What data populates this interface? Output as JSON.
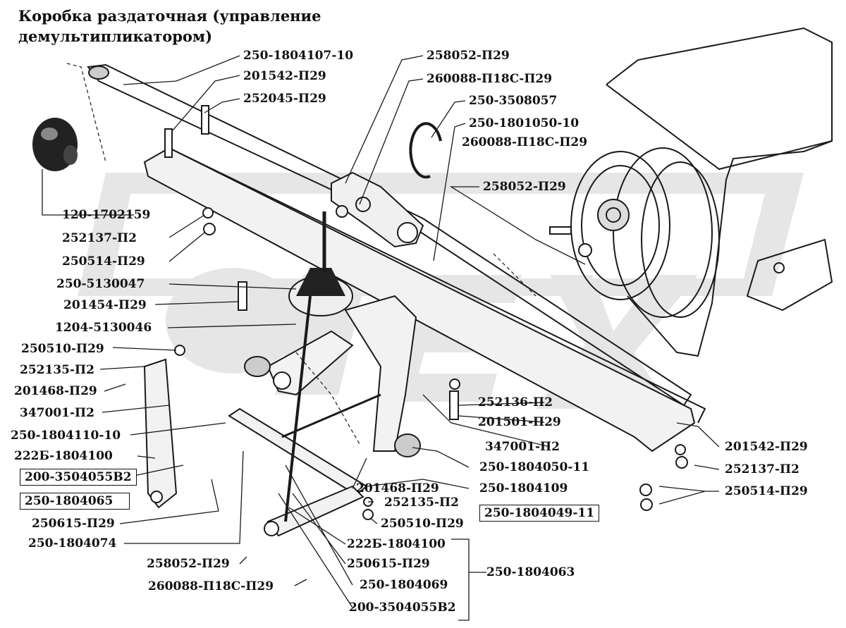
{
  "title": {
    "line1": "Коробка раздаточная (управление",
    "line2": "демультипликатором)"
  },
  "labels": {
    "l01": "250-1804107-10",
    "l02": "201542-П29",
    "l03": "252045-П29",
    "l04": "258052-П29",
    "l05": "260088-П18С-П29",
    "l06": "250-3508057",
    "l07": "250-1801050-10",
    "l08": "260088-П18С-П29",
    "l09": "258052-П29",
    "l10": "120-1702159",
    "l11": "252137-П2",
    "l12": "250514-П29",
    "l13": "250-5130047",
    "l14": "201454-П29",
    "l15": "1204-5130046",
    "l16": "250510-П29",
    "l17": "252135-П2",
    "l18": "201468-П29",
    "l19": "347001-П2",
    "l20": "250-1804110-10",
    "l21": "222Б-1804100",
    "l22": "200-3504055В2",
    "l23": "250-1804065",
    "l24": "250615-П29",
    "l25": "250-1804074",
    "l26": "258052-П29",
    "l27": "260088-П18С-П29",
    "l28": "252136-П2",
    "l29": "201501-П29",
    "l30": "347001-П2",
    "l31": "201542-П29",
    "l32": "252137-П2",
    "l33": "250514-П29",
    "l34": "250-1804050-11",
    "l35": "201468-П29",
    "l36": "250-1804109",
    "l37": "252135-П2",
    "l38": "250-1804049-11",
    "l39": "250510-П29",
    "l40": "222Б-1804100",
    "l41": "250615-П29",
    "l42": "250-1804063",
    "l43": "250-1804069",
    "l44": "200-3504055В2"
  }
}
